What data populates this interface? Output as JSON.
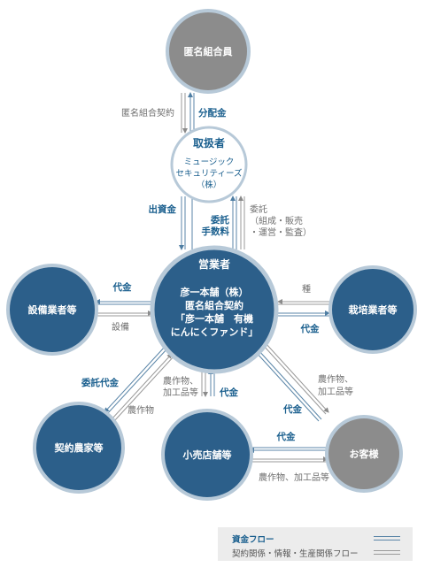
{
  "nodes": {
    "investor": "匿名組合員",
    "handler_title": "取扱者",
    "handler_name": [
      "ミュージック",
      "セキュリティーズ",
      "（株）"
    ],
    "operator_title": "営業者",
    "operator_desc": [
      "彦一本舗（株）",
      "匿名組合契約",
      "「彦一本舗　有機",
      "にんにくファンド」"
    ],
    "equipment": "設備業者等",
    "grower": "栽培業者等",
    "farmer": "契約農家等",
    "retailer": "小売店舗等",
    "customer": "お客様"
  },
  "flows": {
    "anon_contract": "匿名組合契約",
    "dividend": "分配金",
    "investment": "出資金",
    "commission": [
      "委託",
      "手数料"
    ],
    "consign": [
      "委託",
      "（組成・販売",
      "・運営・監査）"
    ],
    "equip_pay": "代金",
    "equip_goods": "設備",
    "seed": "種",
    "grower_pay": "代金",
    "farmer_pay": "委託代金",
    "farmer_goods": "農作物",
    "retail_goods": [
      "農作物、",
      "加工品等"
    ],
    "retail_pay": "代金",
    "cust_goods": [
      "農作物、",
      "加工品等"
    ],
    "cust_pay": "代金",
    "cust_pay2": "代金",
    "cust_goods2": "農作物、加工品等"
  },
  "legend": {
    "money": "資金フロー",
    "contract": "契約関係・情報・生産関係フロー"
  },
  "colors": {
    "node_blue": "#2c5f8a",
    "node_gray": "#8c8c8c",
    "ring": "#b7c9d8",
    "money_line": "#5b86a8",
    "info_line": "#9a9a9a",
    "label_blue": "#1a5f8e"
  }
}
